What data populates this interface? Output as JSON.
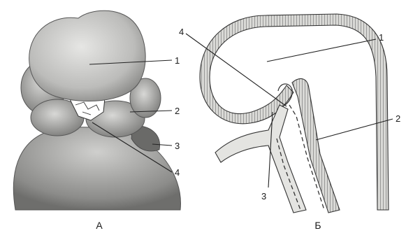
{
  "panel_a": {
    "caption": "А",
    "labels": [
      "1",
      "2",
      "3",
      "4"
    ]
  },
  "panel_b": {
    "caption": "Б",
    "labels": [
      "1",
      "2",
      "3",
      "4"
    ]
  }
}
